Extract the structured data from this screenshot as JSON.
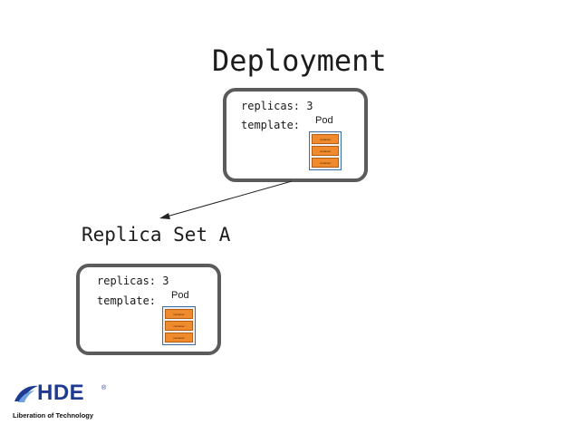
{
  "deployment": {
    "title": "Deployment",
    "replicas_label": "replicas: 3",
    "template_label": "template:",
    "pod": {
      "label": "Pod",
      "containers": [
        "container",
        "container",
        "container"
      ]
    }
  },
  "replica_set": {
    "title": "Replica Set A",
    "replicas_label": "replicas: 3",
    "template_label": "template:",
    "pod": {
      "label": "Pod",
      "containers": [
        "container",
        "container",
        "container"
      ]
    }
  },
  "logo": {
    "brand": "HDE",
    "registered": "®",
    "tagline": "Liberation of Technology",
    "colors": {
      "brand": "#1f3a93"
    }
  },
  "colors": {
    "card_border": "#5b5b5b",
    "container_fill": "#ef8a2d",
    "pod_border": "#3b6fa6"
  }
}
